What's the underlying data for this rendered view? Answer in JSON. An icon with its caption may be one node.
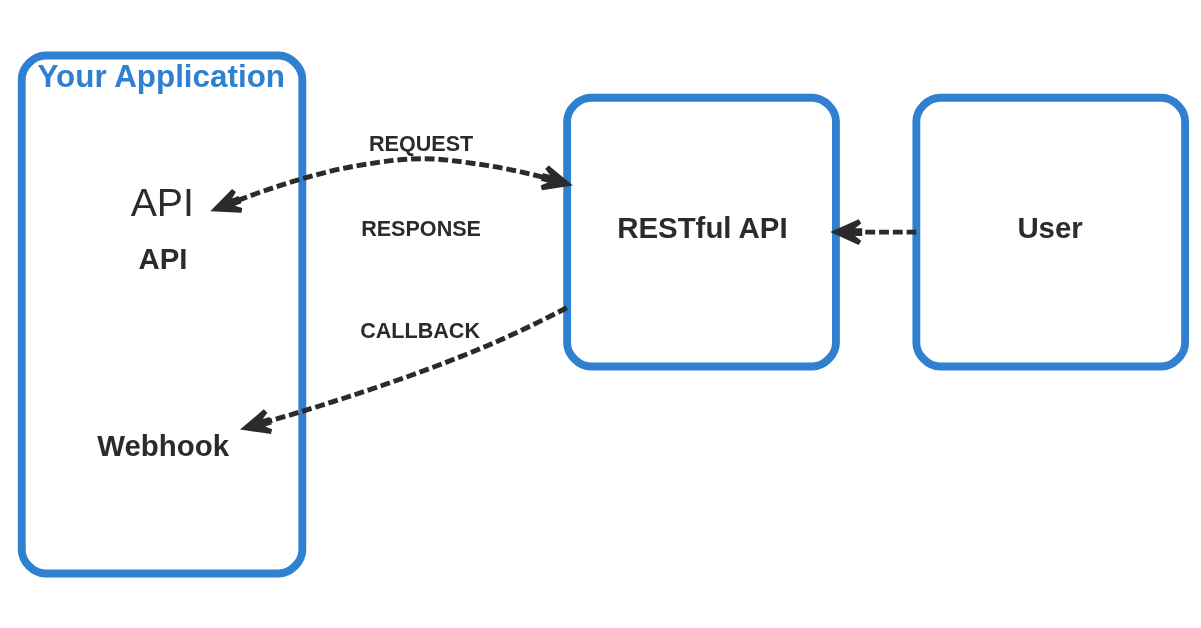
{
  "diagram": {
    "nodes": [
      {
        "text": [
          "Your Application"
        ]
      },
      {
        "text": [
          "API",
          "API"
        ],
        "in": 0
      },
      {
        "text": [
          "Webhook"
        ],
        "in": 0
      },
      {
        "text": [
          "RESTful API"
        ]
      },
      {
        "text": [
          "User"
        ]
      }
    ],
    "edges": [
      {
        "from": 1,
        "to": 3,
        "arrow": "both",
        "label": "REQUEST",
        "style": "dashed"
      },
      {
        "from": 3,
        "to": 2,
        "arrow": "to",
        "label": "CALLBACK",
        "style": "dashed"
      },
      {
        "from": 4,
        "to": 3,
        "arrow": "to",
        "style": "dashed"
      }
    ],
    "labels": [
      "RESPONSE"
    ]
  }
}
